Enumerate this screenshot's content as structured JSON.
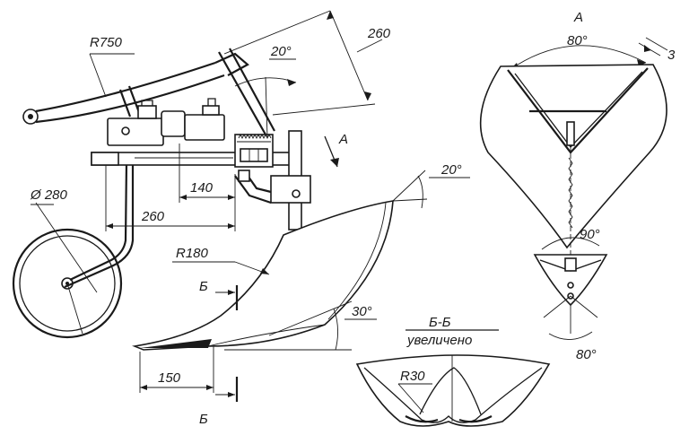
{
  "labels": {
    "r750": "R750",
    "dia280": "Ø 280",
    "dim260_top": "260",
    "angle20_top": "20°",
    "dim140": "140",
    "dim260_bottom": "260",
    "r180": "R180",
    "angle20_right": "20°",
    "angle30": "30°",
    "dim150": "150",
    "section_b_top": "Б",
    "section_b_bottom": "Б",
    "view_a_arrow": "А",
    "view_a_title": "А",
    "angle80_top": "80°",
    "dim3": "3",
    "angle90": "90°",
    "angle80_bottom": "80°",
    "section_title": "Б-Б",
    "section_subtitle": "увеличено",
    "r30": "R30"
  },
  "colors": {
    "line": "#1a1a1a",
    "background": "#ffffff"
  }
}
